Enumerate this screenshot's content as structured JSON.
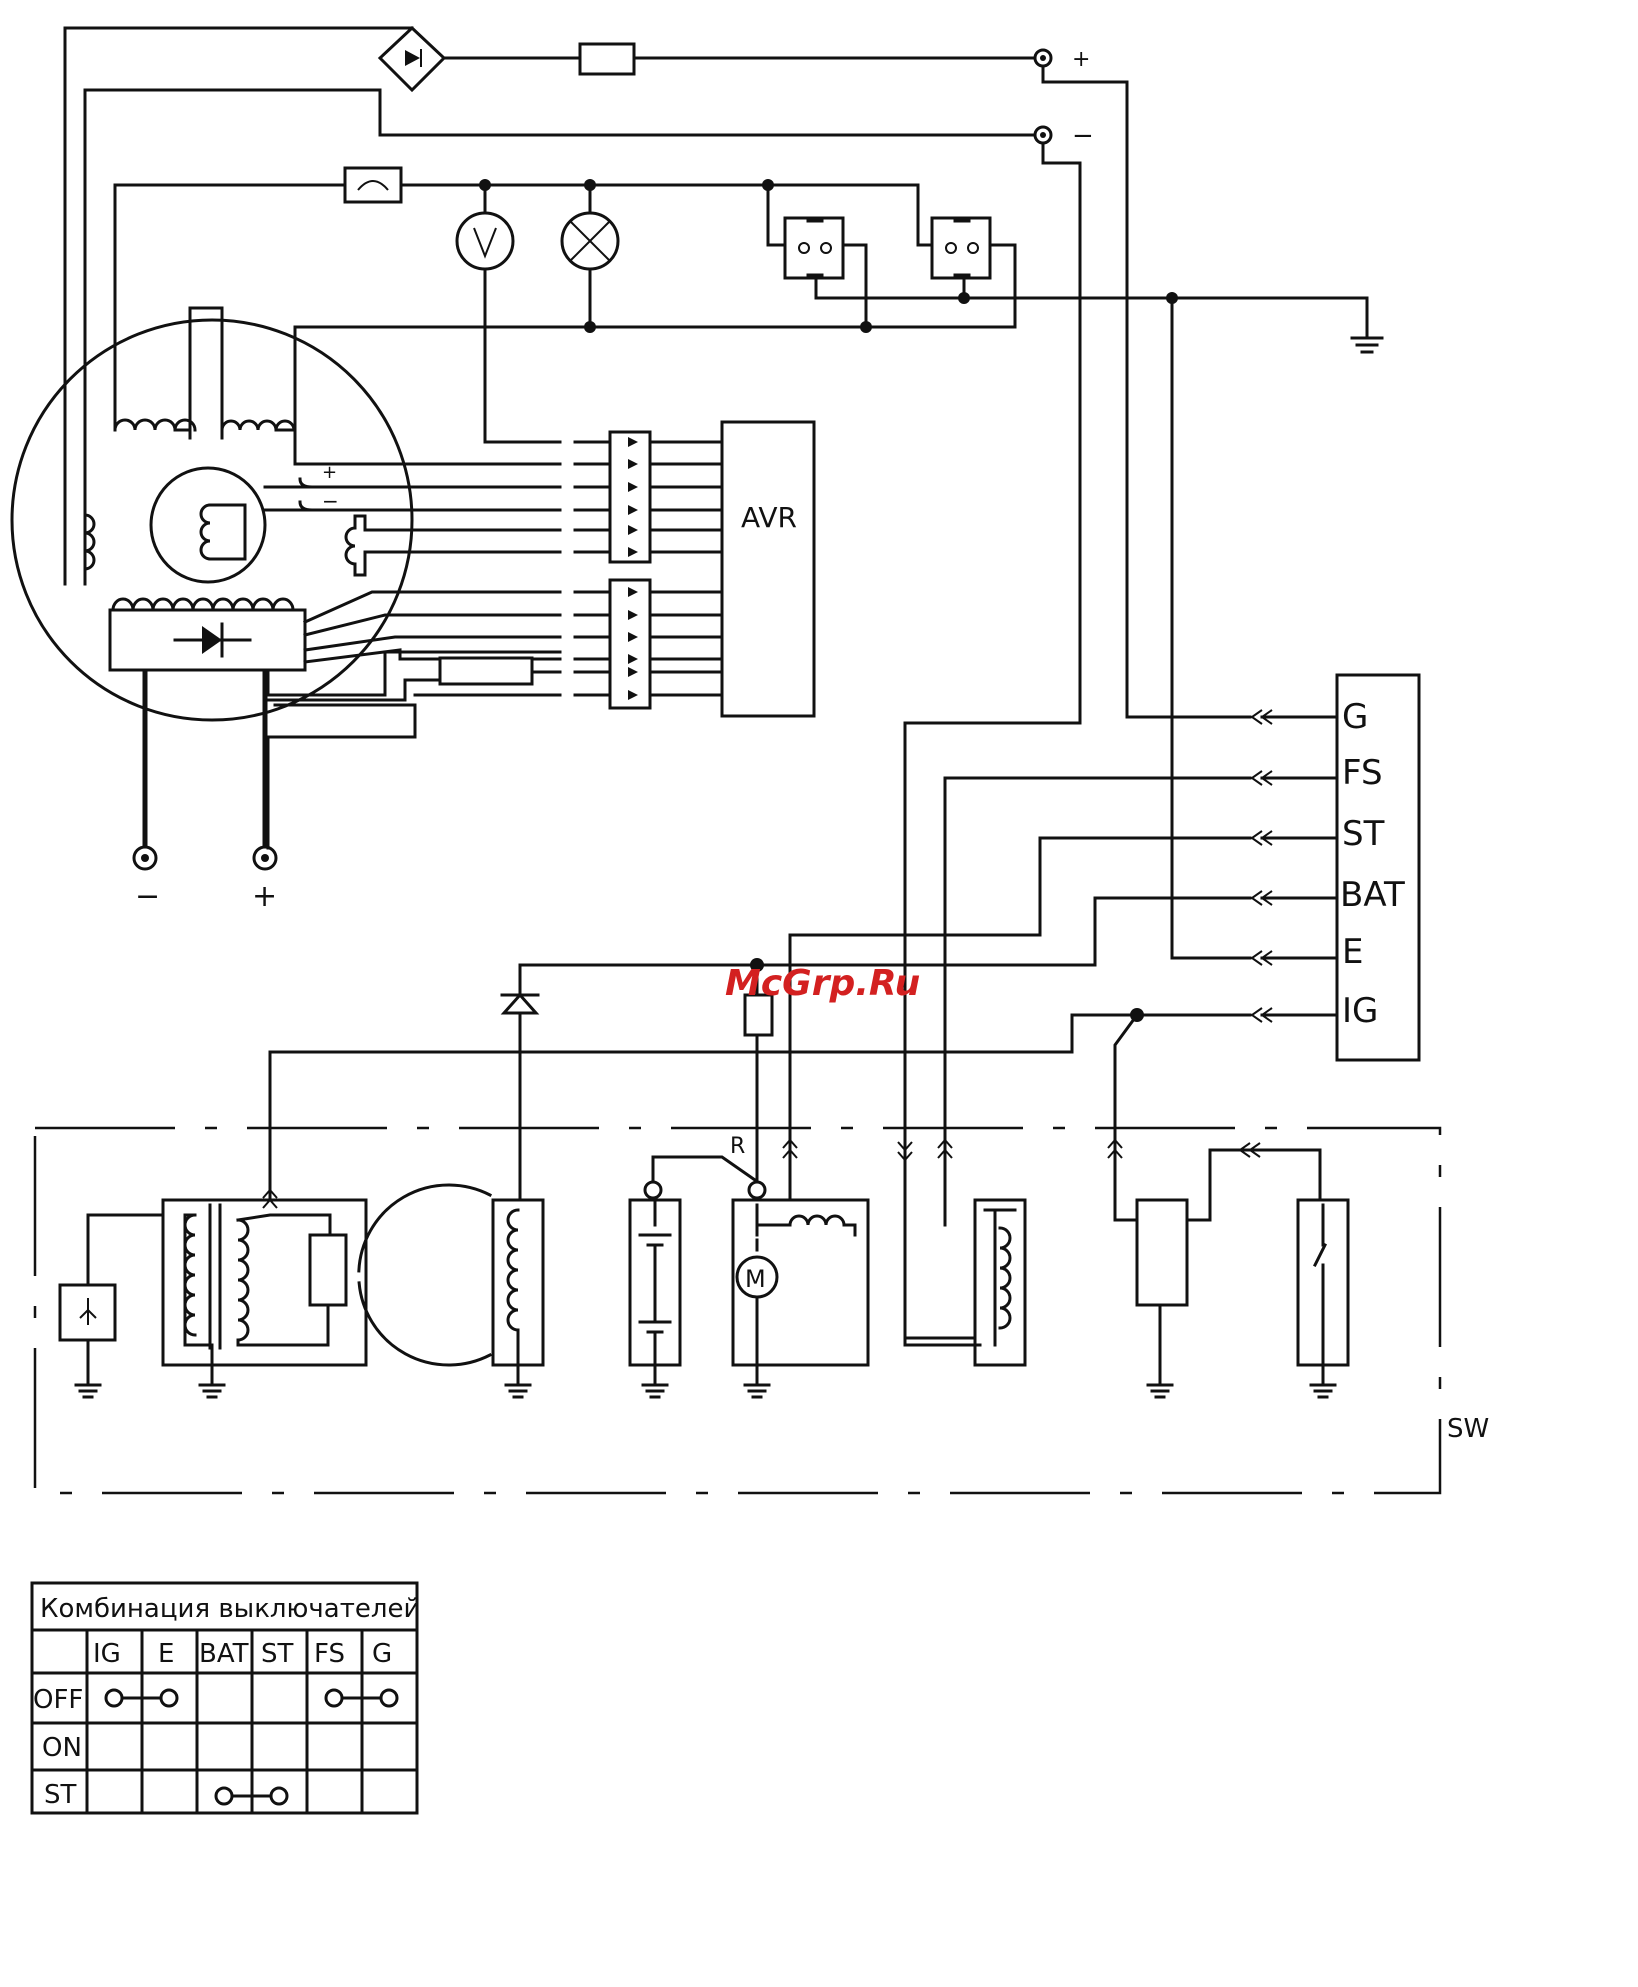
{
  "terminals_dc": {
    "plus": "+",
    "minus": "−"
  },
  "terminals_battery": {
    "minus": "−",
    "plus": "+"
  },
  "winding_tap": {
    "plus": "+",
    "minus": "−"
  },
  "avr_label": "AVR",
  "switch_terminals": [
    "G",
    "FS",
    "ST",
    "BAT",
    "E",
    "IG"
  ],
  "relay_label": "R",
  "sw_label": "SW",
  "watermark": "McGrp.Ru",
  "table": {
    "title": "Комбинация выключателей",
    "columns": [
      "IG",
      "E",
      "BAT",
      "ST",
      "FS",
      "G"
    ],
    "rows": [
      {
        "label": "OFF",
        "links": [
          [
            0,
            1
          ],
          [
            4,
            5
          ]
        ]
      },
      {
        "label": "ON",
        "links": []
      },
      {
        "label": "ST",
        "links": [
          [
            2,
            3
          ]
        ]
      }
    ]
  }
}
